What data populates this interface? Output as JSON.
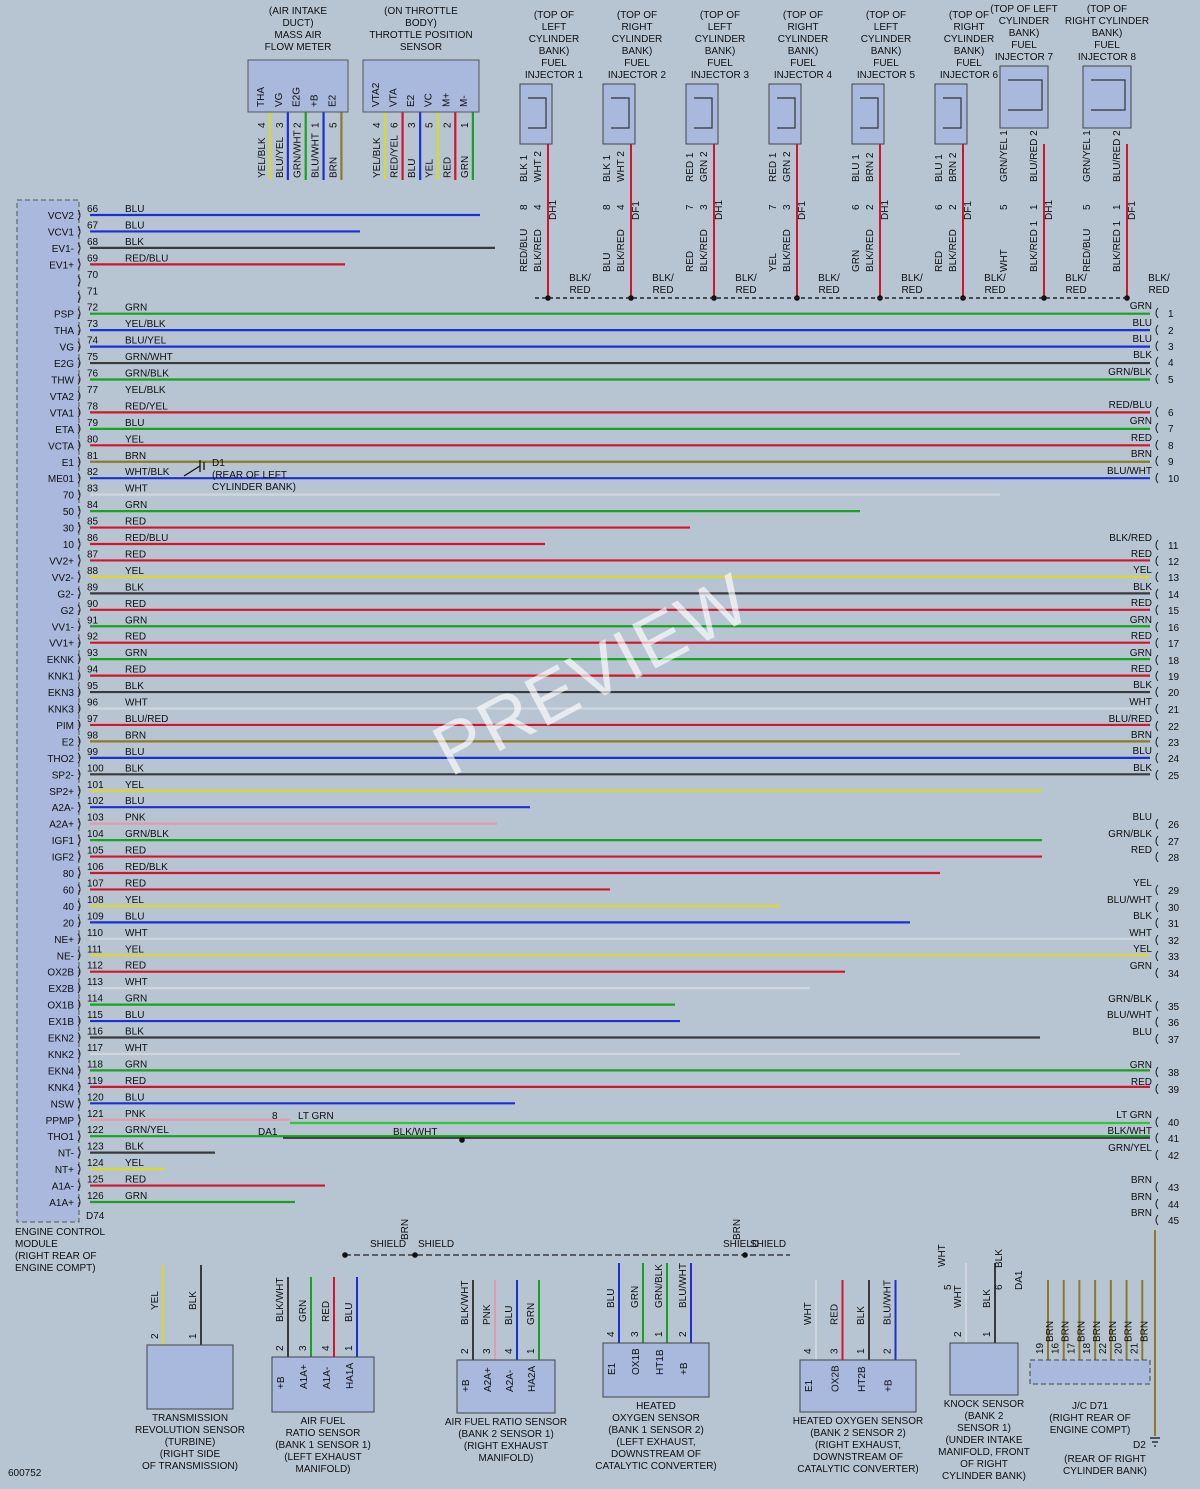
{
  "figure_number": "600752",
  "watermark": "PREVIEW",
  "colors": {
    "background": "#b7c5d3",
    "module_fill": "#a9b8dc",
    "component_fill": "#a9b9de",
    "BLU": "#1c2fd6",
    "GRN": "#17a21f",
    "BLK": "#3a3a3a",
    "RED": "#d4142b",
    "YEL": "#d9d92c",
    "BRN": "#8a7a2a",
    "WHT": "#d0d6db",
    "PNK": "#e39aa9",
    "LTGRN": "#35c23e"
  },
  "ecm": {
    "label": [
      "ENGINE CONTROL",
      "MODULE",
      "(RIGHT REAR OF",
      "ENGINE COMPT)"
    ],
    "connector_tag": "D74",
    "rows": [
      {
        "name": "VCV2",
        "pin": "66",
        "color": "BLU"
      },
      {
        "name": "VCV1",
        "pin": "67",
        "color": "BLU"
      },
      {
        "name": "EV1-",
        "pin": "68",
        "color": "BLK"
      },
      {
        "name": "EV1+",
        "pin": "69",
        "color": "RED/BLU"
      },
      {
        "name": "",
        "pin": "70",
        "color": ""
      },
      {
        "name": "",
        "pin": "71",
        "color": ""
      },
      {
        "name": "PSP",
        "pin": "72",
        "color": "GRN"
      },
      {
        "name": "THA",
        "pin": "73",
        "color": "YEL/BLK"
      },
      {
        "name": "VG",
        "pin": "74",
        "color": "BLU/YEL"
      },
      {
        "name": "E2G",
        "pin": "75",
        "color": "GRN/WHT"
      },
      {
        "name": "THW",
        "pin": "76",
        "color": "GRN/BLK"
      },
      {
        "name": "VTA2",
        "pin": "77",
        "color": "YEL/BLK"
      },
      {
        "name": "VTA1",
        "pin": "78",
        "color": "RED/YEL"
      },
      {
        "name": "ETA",
        "pin": "79",
        "color": "BLU"
      },
      {
        "name": "VCTA",
        "pin": "80",
        "color": "YEL"
      },
      {
        "name": "E1",
        "pin": "81",
        "color": "BRN"
      },
      {
        "name": "ME01",
        "pin": "82",
        "color": "WHT/BLK"
      },
      {
        "name": "70",
        "pin": "83",
        "color": "WHT"
      },
      {
        "name": "50",
        "pin": "84",
        "color": "GRN"
      },
      {
        "name": "30",
        "pin": "85",
        "color": "RED"
      },
      {
        "name": "10",
        "pin": "86",
        "color": "RED/BLU"
      },
      {
        "name": "VV2+",
        "pin": "87",
        "color": "RED"
      },
      {
        "name": "VV2-",
        "pin": "88",
        "color": "YEL"
      },
      {
        "name": "G2-",
        "pin": "89",
        "color": "BLK"
      },
      {
        "name": "G2",
        "pin": "90",
        "color": "RED"
      },
      {
        "name": "VV1-",
        "pin": "91",
        "color": "GRN"
      },
      {
        "name": "VV1+",
        "pin": "92",
        "color": "RED"
      },
      {
        "name": "EKNK",
        "pin": "93",
        "color": "GRN"
      },
      {
        "name": "KNK1",
        "pin": "94",
        "color": "RED"
      },
      {
        "name": "EKN3",
        "pin": "95",
        "color": "BLK"
      },
      {
        "name": "KNK3",
        "pin": "96",
        "color": "WHT"
      },
      {
        "name": "PIM",
        "pin": "97",
        "color": "BLU/RED"
      },
      {
        "name": "E2",
        "pin": "98",
        "color": "BRN"
      },
      {
        "name": "THO2",
        "pin": "99",
        "color": "BLU"
      },
      {
        "name": "SP2-",
        "pin": "100",
        "color": "BLK"
      },
      {
        "name": "SP2+",
        "pin": "101",
        "color": "YEL"
      },
      {
        "name": "A2A-",
        "pin": "102",
        "color": "BLU"
      },
      {
        "name": "A2A+",
        "pin": "103",
        "color": "PNK"
      },
      {
        "name": "IGF1",
        "pin": "104",
        "color": "GRN/BLK"
      },
      {
        "name": "IGF2",
        "pin": "105",
        "color": "RED"
      },
      {
        "name": "80",
        "pin": "106",
        "color": "RED/BLK"
      },
      {
        "name": "60",
        "pin": "107",
        "color": "RED"
      },
      {
        "name": "40",
        "pin": "108",
        "color": "YEL"
      },
      {
        "name": "20",
        "pin": "109",
        "color": "BLU"
      },
      {
        "name": "NE+",
        "pin": "110",
        "color": "WHT"
      },
      {
        "name": "NE-",
        "pin": "111",
        "color": "YEL"
      },
      {
        "name": "OX2B",
        "pin": "112",
        "color": "RED"
      },
      {
        "name": "EX2B",
        "pin": "113",
        "color": "WHT"
      },
      {
        "name": "OX1B",
        "pin": "114",
        "color": "GRN"
      },
      {
        "name": "EX1B",
        "pin": "115",
        "color": "BLU"
      },
      {
        "name": "EKN2",
        "pin": "116",
        "color": "BLK"
      },
      {
        "name": "KNK2",
        "pin": "117",
        "color": "WHT"
      },
      {
        "name": "EKN4",
        "pin": "118",
        "color": "GRN"
      },
      {
        "name": "KNK4",
        "pin": "119",
        "color": "RED"
      },
      {
        "name": "NSW",
        "pin": "120",
        "color": "BLU"
      },
      {
        "name": "PPMP",
        "pin": "121",
        "color": "PNK"
      },
      {
        "name": "THO1",
        "pin": "122",
        "color": "GRN/YEL"
      },
      {
        "name": "NT-",
        "pin": "123",
        "color": "BLK"
      },
      {
        "name": "NT+",
        "pin": "124",
        "color": "YEL"
      },
      {
        "name": "A1A-",
        "pin": "125",
        "color": "RED"
      },
      {
        "name": "A1A+",
        "pin": "126",
        "color": "GRN"
      }
    ]
  },
  "right_terminals": [
    {
      "num": "1",
      "label": "GRN"
    },
    {
      "num": "2",
      "label": "BLU"
    },
    {
      "num": "3",
      "label": "BLU"
    },
    {
      "num": "4",
      "label": "BLK"
    },
    {
      "num": "5",
      "label": "GRN/BLK"
    },
    {
      "num": "6",
      "label": "RED/BLU"
    },
    {
      "num": "7",
      "label": "GRN"
    },
    {
      "num": "8",
      "label": "RED"
    },
    {
      "num": "9",
      "label": "BRN"
    },
    {
      "num": "10",
      "label": "BLU/WHT"
    },
    {
      "num": "11",
      "label": "BLK/RED"
    },
    {
      "num": "12",
      "label": "RED"
    },
    {
      "num": "13",
      "label": "YEL"
    },
    {
      "num": "14",
      "label": "BLK"
    },
    {
      "num": "15",
      "label": "RED"
    },
    {
      "num": "16",
      "label": "GRN"
    },
    {
      "num": "17",
      "label": "RED"
    },
    {
      "num": "18",
      "label": "GRN"
    },
    {
      "num": "19",
      "label": "RED"
    },
    {
      "num": "20",
      "label": "BLK"
    },
    {
      "num": "21",
      "label": "WHT"
    },
    {
      "num": "22",
      "label": "BLU/RED"
    },
    {
      "num": "23",
      "label": "BRN"
    },
    {
      "num": "24",
      "label": "BLU"
    },
    {
      "num": "25",
      "label": "BLK"
    },
    {
      "num": "26",
      "label": "BLU"
    },
    {
      "num": "27",
      "label": "GRN/BLK"
    },
    {
      "num": "28",
      "label": "RED"
    },
    {
      "num": "29",
      "label": "YEL"
    },
    {
      "num": "30",
      "label": "BLU/WHT"
    },
    {
      "num": "31",
      "label": "BLK"
    },
    {
      "num": "32",
      "label": "WHT"
    },
    {
      "num": "33",
      "label": "YEL"
    },
    {
      "num": "34",
      "label": "GRN"
    },
    {
      "num": "35",
      "label": "GRN/BLK"
    },
    {
      "num": "36",
      "label": "BLU/WHT"
    },
    {
      "num": "37",
      "label": "BLU"
    },
    {
      "num": "38",
      "label": "GRN"
    },
    {
      "num": "39",
      "label": "RED"
    },
    {
      "num": "40",
      "label": "LT GRN"
    },
    {
      "num": "41",
      "label": "BLK/WHT"
    },
    {
      "num": "42",
      "label": "GRN/YEL"
    },
    {
      "num": "43",
      "label": "BRN"
    },
    {
      "num": "44",
      "label": "BRN"
    },
    {
      "num": "45",
      "label": "BRN"
    }
  ],
  "top_components": [
    {
      "label": [
        "(AIR INTAKE",
        "DUCT)",
        "MASS AIR",
        "FLOW METER"
      ],
      "pins": [
        "THA",
        "VG",
        "E2G",
        "+B",
        "E2"
      ],
      "wires": [
        {
          "num": "4",
          "color": "YEL/BLK"
        },
        {
          "num": "3",
          "color": "BLU/YEL"
        },
        {
          "num": "2",
          "color": "GRN/WHT"
        },
        {
          "num": "1",
          "color": "BLU/WHT"
        },
        {
          "num": "5",
          "color": "BRN"
        }
      ]
    },
    {
      "label": [
        "(ON THROTTLE",
        "BODY)",
        "THROTTLE POSITION",
        "SENSOR"
      ],
      "pins": [
        "VTA2",
        "VTA",
        "E2",
        "VC",
        "M+",
        "M-"
      ],
      "wires": [
        {
          "num": "4",
          "color": "YEL/BLK"
        },
        {
          "num": "6",
          "color": "RED/YEL"
        },
        {
          "num": "3",
          "color": "BLU"
        },
        {
          "num": "5",
          "color": "YEL"
        },
        {
          "num": "2",
          "color": "RED"
        },
        {
          "num": "1",
          "color": "GRN"
        }
      ]
    }
  ],
  "injectors": [
    {
      "label": [
        "(TOP OF",
        "LEFT",
        "CYLINDER",
        "BANK)",
        "FUEL",
        "INJECTOR 1"
      ],
      "w1": "BLK 1",
      "w2": "WHT 2",
      "n1": "8",
      "n2": "4",
      "tag": "DH1",
      "b1": "RED/BLU",
      "b2": "BLK/RED",
      "bus": [
        "BLK/",
        "RED"
      ]
    },
    {
      "label": [
        "(TOP OF",
        "RIGHT",
        "CYLINDER",
        "BANK)",
        "FUEL",
        "INJECTOR 2"
      ],
      "w1": "BLK 1",
      "w2": "WHT 2",
      "n1": "8",
      "n2": "4",
      "tag": "DF1",
      "b1": "BLU",
      "b2": "BLK/RED",
      "bus": [
        "BLK/",
        "RED"
      ]
    },
    {
      "label": [
        "(TOP OF",
        "LEFT",
        "CYLINDER",
        "BANK)",
        "FUEL",
        "INJECTOR 3"
      ],
      "w1": "RED 1",
      "w2": "GRN 2",
      "n1": "7",
      "n2": "3",
      "tag": "DH1",
      "b1": "RED",
      "b2": "BLK/RED",
      "bus": [
        "BLK/",
        "RED"
      ]
    },
    {
      "label": [
        "(TOP OF",
        "RIGHT",
        "CYLINDER",
        "BANK)",
        "FUEL",
        "INJECTOR 4"
      ],
      "w1": "RED 1",
      "w2": "GRN 2",
      "n1": "7",
      "n2": "3",
      "tag": "DF1",
      "b1": "YEL",
      "b2": "BLK/RED",
      "bus": [
        "BLK/",
        "RED"
      ]
    },
    {
      "label": [
        "(TOP OF",
        "LEFT",
        "CYLINDER",
        "BANK)",
        "FUEL",
        "INJECTOR 5"
      ],
      "w1": "BLU 1",
      "w2": "BRN 2",
      "n1": "6",
      "n2": "2",
      "tag": "DH1",
      "b1": "GRN",
      "b2": "BLK/RED",
      "bus": [
        "BLK/",
        "RED"
      ]
    },
    {
      "label": [
        "(TOP OF",
        "RIGHT",
        "CYLINDER",
        "BANK)",
        "FUEL",
        "INJECTOR 6"
      ],
      "w1": "BLU 1",
      "w2": "BRN 2",
      "n1": "6",
      "n2": "2",
      "tag": "DF1",
      "b1": "RED",
      "b2": "BLK/RED",
      "bus": [
        "BLK/",
        "RED"
      ]
    },
    {
      "label": [
        "(TOP OF LEFT",
        "CYLINDER",
        "BANK)",
        "FUEL",
        "INJECTOR 7"
      ],
      "w1": "GRN/YEL 1",
      "w2": "BLU/RED 2",
      "n1": "5",
      "n2": "1",
      "tag": "DH1",
      "b1": "WHT",
      "b2": "BLK/RED 1",
      "bus": [
        "BLK/",
        "RED"
      ]
    },
    {
      "label": [
        "(TOP OF",
        "RIGHT CYLINDER",
        "BANK)",
        "FUEL",
        "INJECTOR 8"
      ],
      "w1": "GRN/YEL 1",
      "w2": "BLU/RED 2",
      "n1": "5",
      "n2": "1",
      "tag": "DF1",
      "b1": "RED/BLU",
      "b2": "BLK/RED 1",
      "bus": [
        "BLK/",
        "RED"
      ]
    }
  ],
  "d1": {
    "name": "D1",
    "label": [
      "(REAR OF LEFT",
      "CYLINDER BANK)"
    ]
  },
  "da1": {
    "pin": "8",
    "color": "LT GRN",
    "tag": "DA1"
  },
  "blkwht_splice": "BLK/WHT",
  "shield_labels": [
    "SHIELD",
    "SHIELD",
    "SHIELD",
    "SHIELD"
  ],
  "brn_labels": [
    "BRN",
    "BRN"
  ],
  "bottom_components": [
    {
      "label": [
        "TRANSMISSION",
        "REVOLUTION SENSOR",
        "(TURBINE)",
        "(RIGHT SIDE",
        "OF TRANSMISSION)"
      ],
      "wires": [
        {
          "color": "YEL",
          "pin": "2"
        },
        {
          "color": "BLK",
          "pin": "1"
        }
      ],
      "pins": []
    },
    {
      "label": [
        "AIR FUEL",
        "RATIO SENSOR",
        "(BANK 1 SENSOR 1)",
        "(LEFT EXHAUST",
        "MANIFOLD)"
      ],
      "wires": [
        {
          "color": "BLK/WHT",
          "pin": "2"
        },
        {
          "color": "GRN",
          "pin": "3"
        },
        {
          "color": "RED",
          "pin": "4"
        },
        {
          "color": "BLU",
          "pin": "1"
        }
      ],
      "pins": [
        "+B",
        "A1A+",
        "A1A-",
        "HA1A"
      ]
    },
    {
      "label": [
        "AIR FUEL RATIO SENSOR",
        "(BANK 2 SENSOR 1)",
        "(RIGHT EXHAUST",
        "MANIFOLD)"
      ],
      "wires": [
        {
          "color": "BLK/WHT",
          "pin": "2"
        },
        {
          "color": "PNK",
          "pin": "3"
        },
        {
          "color": "BLU",
          "pin": "4"
        },
        {
          "color": "GRN",
          "pin": "1"
        }
      ],
      "pins": [
        "+B",
        "A2A+",
        "A2A-",
        "HA2A"
      ]
    },
    {
      "label": [
        "HEATED",
        "OXYGEN SENSOR",
        "(BANK 1 SENSOR 2)",
        "(LEFT EXHAUST,",
        "DOWNSTREAM OF",
        "CATALYTIC CONVERTER)"
      ],
      "wires": [
        {
          "color": "BLU",
          "pin": "4"
        },
        {
          "color": "GRN",
          "pin": "3"
        },
        {
          "color": "GRN/BLK",
          "pin": "1"
        },
        {
          "color": "BLU/WHT",
          "pin": "2"
        }
      ],
      "pins": [
        "E1",
        "OX1B",
        "HT1B",
        "+B"
      ]
    },
    {
      "label": [
        "HEATED OXYGEN SENSOR",
        "(BANK 2 SENSOR 2)",
        "(RIGHT EXHAUST,",
        "DOWNSTREAM OF",
        "CATALYTIC CONVERTER)"
      ],
      "wires": [
        {
          "color": "WHT",
          "pin": "4"
        },
        {
          "color": "RED",
          "pin": "3"
        },
        {
          "color": "BLK",
          "pin": "1"
        },
        {
          "color": "BLU/WHT",
          "pin": "2"
        }
      ],
      "pins": [
        "E1",
        "OX2B",
        "HT2B",
        "+B"
      ]
    },
    {
      "label": [
        "KNOCK SENSOR",
        "(BANK 2",
        "SENSOR 1)",
        "(UNDER INTAKE",
        "MANIFOLD, FRONT",
        "OF RIGHT",
        "CYLINDER BANK)"
      ],
      "wires": [
        {
          "color": "WHT",
          "pin": "2"
        },
        {
          "color": "BLK",
          "pin": "1"
        }
      ],
      "pins": []
    },
    {
      "label": [
        "J/C D71",
        "(RIGHT REAR OF",
        "ENGINE COMPT)"
      ],
      "wires": [
        {
          "color": "BRN",
          "pin": "19"
        },
        {
          "color": "BRN",
          "pin": "16"
        },
        {
          "color": "BRN",
          "pin": "17"
        },
        {
          "color": "BRN",
          "pin": "18"
        },
        {
          "color": "BRN",
          "pin": "22"
        },
        {
          "color": "BRN",
          "pin": "20"
        },
        {
          "color": "BRN",
          "pin": "21"
        }
      ],
      "pins": []
    }
  ],
  "knock_wires": {
    "wht": "WHT",
    "n5": "5",
    "blk": "BLK",
    "n6": "6",
    "tag": "DA1"
  },
  "d2": {
    "name": "D2",
    "label": [
      "(REAR OF RIGHT",
      "CYLINDER BANK)"
    ]
  }
}
